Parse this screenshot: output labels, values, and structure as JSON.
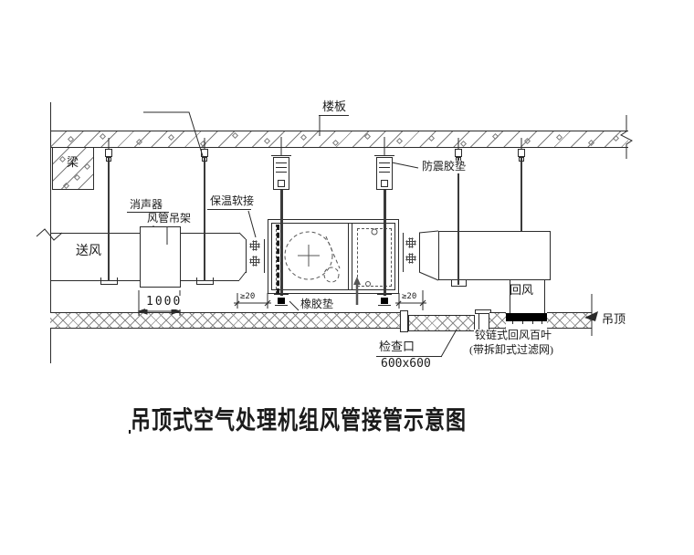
{
  "drawing": {
    "title": "吊顶式空气处理机组风管接管示意图"
  },
  "labels": {
    "floor_slab": "楼板",
    "beam": "梁",
    "silencer": "消声器",
    "duct_hanger": "风管吊架",
    "insulated_flex_joint": "保温软接",
    "anti_vibration_pad": "防震胶垫",
    "rubber_pad": "橡胶垫",
    "supply_air": "送风",
    "return_air": "回风",
    "ceiling": "吊顶",
    "access_panel": "检查口",
    "access_panel_size": "600x600",
    "return_louver_line1": "铰链式回风百叶",
    "return_louver_line2": "(带拆卸式过滤网)"
  },
  "dimensions": {
    "silencer_length": "1000",
    "gap_left": "≥20",
    "gap_right": "≥20"
  },
  "colors": {
    "line": "#2b2b2b",
    "hatch": "#7d7d7d",
    "louver_fill": "#000000"
  }
}
